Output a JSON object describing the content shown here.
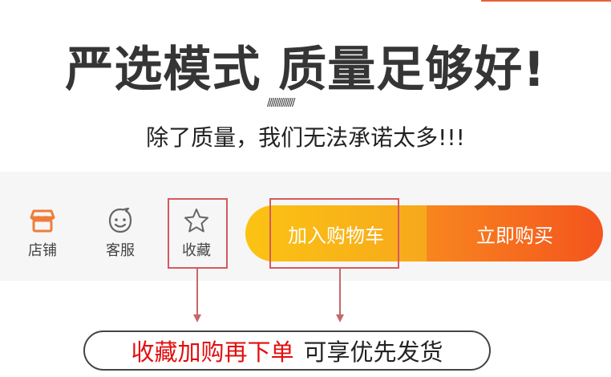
{
  "headline": "严选模式 质量足够好!",
  "slashes": "//////////////",
  "subline": "除了质量，我们无法承诺太多!!!",
  "nav": {
    "store_label": "店铺",
    "service_label": "客服",
    "favorite_label": "收藏"
  },
  "buttons": {
    "add_to_cart": "加入购物车",
    "buy_now": "立即购买"
  },
  "notice": {
    "highlight": "收藏加购再下单",
    "rest": "可享优先发货"
  },
  "colors": {
    "accent_orange": "#e8623a",
    "cart_gradient_start": "#fbc313",
    "buy_gradient_end": "#f4541e",
    "annotation_red": "#d45a5f",
    "notice_red": "#e10f0f"
  }
}
